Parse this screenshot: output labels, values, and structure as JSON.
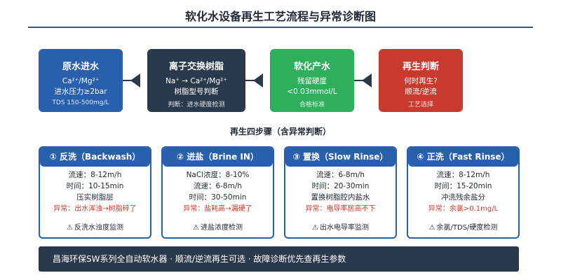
{
  "title": "软化水设备再生工艺流程与异常诊断图",
  "flow": [
    {
      "title": "原水进水",
      "lines": [
        "Ca²⁺/Mg²⁺",
        "进水压力≥2bar"
      ],
      "note": "TDS 150-500mg/L"
    },
    {
      "title": "离子交换树脂",
      "lines": [
        "Na⁺ → Ca²⁺/Mg²⁺",
        "树脂型号判断"
      ],
      "note": "判断：进水硬度检测"
    },
    {
      "title": "软化产水",
      "lines": [
        "残留硬度",
        "<0.03mmol/L"
      ],
      "note": "合格标准"
    },
    {
      "title": "再生判断",
      "lines": [
        "何时再生?",
        "顺流/逆流"
      ],
      "note": "工艺选择"
    }
  ],
  "steps_heading": "再生四步骤（含异常判断）",
  "steps": [
    {
      "header": "① 反洗（Backwash）",
      "lines": [
        "流速：8-12m/h",
        "时间：10-15min",
        "压实树脂层"
      ],
      "alert": "异常：出水浑浊→树脂碎了",
      "monitor": "反洗水浊度监测"
    },
    {
      "header": "② 进盐（Brine IN）",
      "lines": [
        "NaCl浓度：8-10%",
        "流速：6-8m/h",
        "时间：30-50min"
      ],
      "alert": "异常：盐耗高→漏硬了",
      "monitor": "进盐浓度检测"
    },
    {
      "header": "③ 置换（Slow Rinse）",
      "lines": [
        "流速：6-8m/h",
        "时间：20-30min",
        "置换树脂腔内盐水"
      ],
      "alert": "异常：电导率居高不下",
      "monitor": "出水电导率监测"
    },
    {
      "header": "④ 正洗（Fast Rinse）",
      "lines": [
        "流速：8-12m/h",
        "时间：15-20min",
        "冲洗残余盐分"
      ],
      "alert": "异常：余氯>0.1mg/L",
      "monitor": "余氯/TDS/硬度检测"
    }
  ],
  "warning_glyph": "⚠",
  "footer": "昌海环保SW系列全自动软水器 · 顺流/逆流再生可选 · 故障诊断优先查再生参数",
  "colors": {
    "blue": "#2860ad",
    "dark": "#2a3a4c",
    "green": "#2eaf5c",
    "red": "#c83a2e"
  }
}
